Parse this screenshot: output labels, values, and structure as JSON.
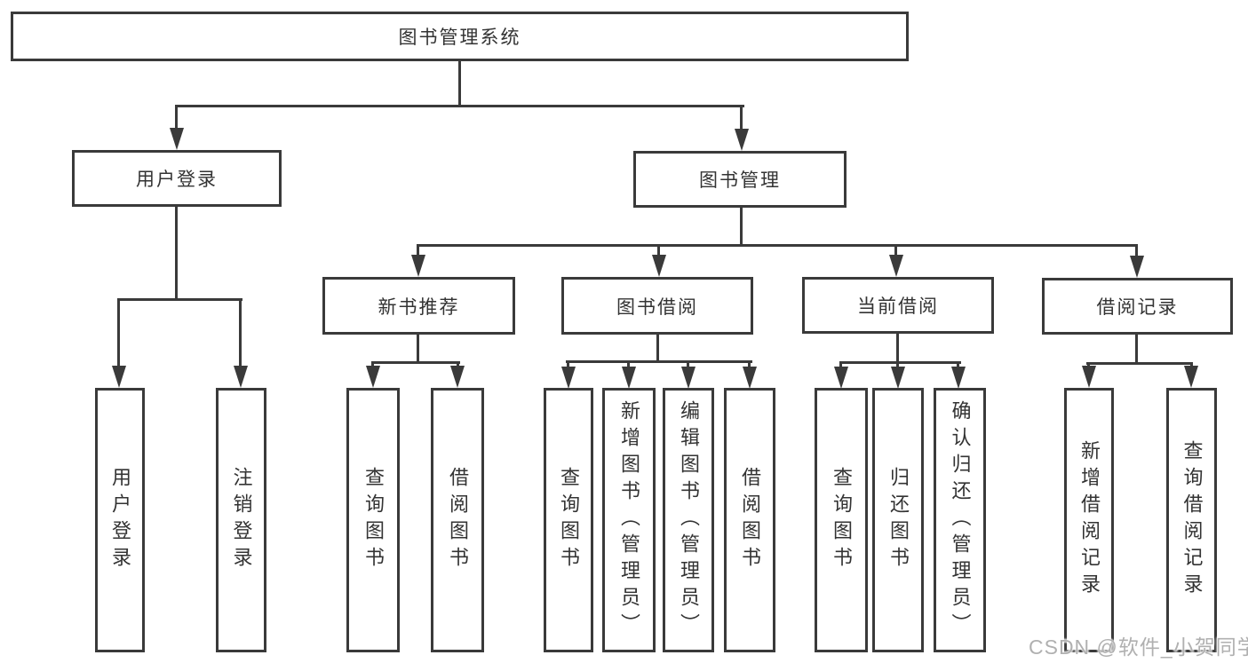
{
  "diagram_title": "图书管理系统",
  "tree": {
    "root": {
      "label": "图书管理系统"
    },
    "branches": [
      {
        "label": "用户登录",
        "children": [
          {
            "label": "用户登录"
          },
          {
            "label": "注销登录"
          }
        ]
      },
      {
        "label": "图书管理",
        "children": [
          {
            "label": "新书推荐",
            "children": [
              {
                "label": "查询图书"
              },
              {
                "label": "借阅图书"
              }
            ]
          },
          {
            "label": "图书借阅",
            "children": [
              {
                "label": "查询图书"
              },
              {
                "label": "新增图书（管理员）"
              },
              {
                "label": "编辑图书（管理员）"
              },
              {
                "label": "借阅图书"
              }
            ]
          },
          {
            "label": "当前借阅",
            "children": [
              {
                "label": "查询图书"
              },
              {
                "label": "归还图书"
              },
              {
                "label": "确认归还（管理员）"
              }
            ]
          },
          {
            "label": "借阅记录",
            "children": [
              {
                "label": "新增借阅记录"
              },
              {
                "label": "查询借阅记录"
              }
            ]
          }
        ]
      }
    ]
  },
  "watermark": {
    "text": "CSDN @软件_小贺同学"
  },
  "colors": {
    "line": "#3a3a3a",
    "text": "#333333",
    "background": "#ffffff",
    "watermark": "#b0b0b0"
  }
}
